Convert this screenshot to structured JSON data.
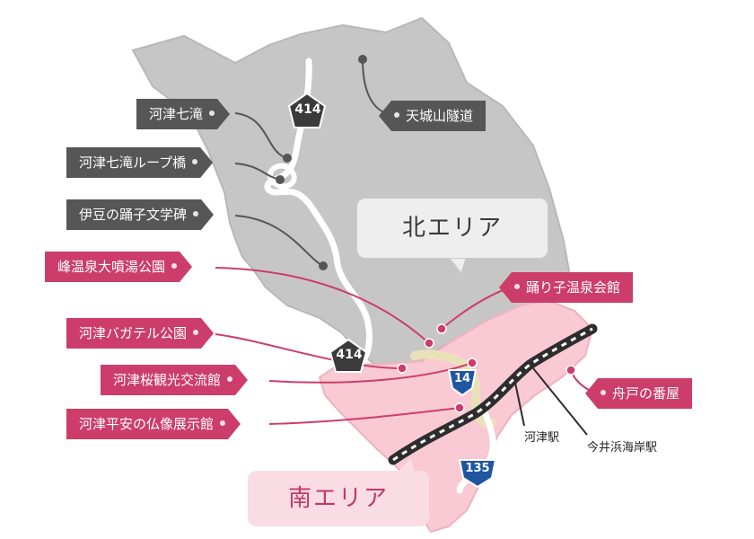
{
  "areas": {
    "north": "北エリア",
    "south": "南エリア"
  },
  "roads": {
    "route414_top": "414",
    "route414_bottom": "414",
    "route14": "14",
    "route135": "135"
  },
  "stations": {
    "kawazu": "河津駅",
    "imaihama": "今井浜海岸駅"
  },
  "north_spots": [
    "河津七滝",
    "河津七滝ループ橋",
    "伊豆の踊子文学碑",
    "天城山隧道"
  ],
  "south_spots": [
    "峰温泉大噴湯公園",
    "河津バガテル公園",
    "河津桜観光交流館",
    "河津平安の仏像展示館",
    "踊り子温泉会館",
    "舟戸の番屋"
  ],
  "colors": {
    "north_region": "#c6c6c6",
    "south_region": "#f9c9d4",
    "north_tag": "#565656",
    "south_tag": "#cc3d6b",
    "route_shield_north": "#3b3b3b",
    "route_shield_national": "#1e56a0"
  }
}
